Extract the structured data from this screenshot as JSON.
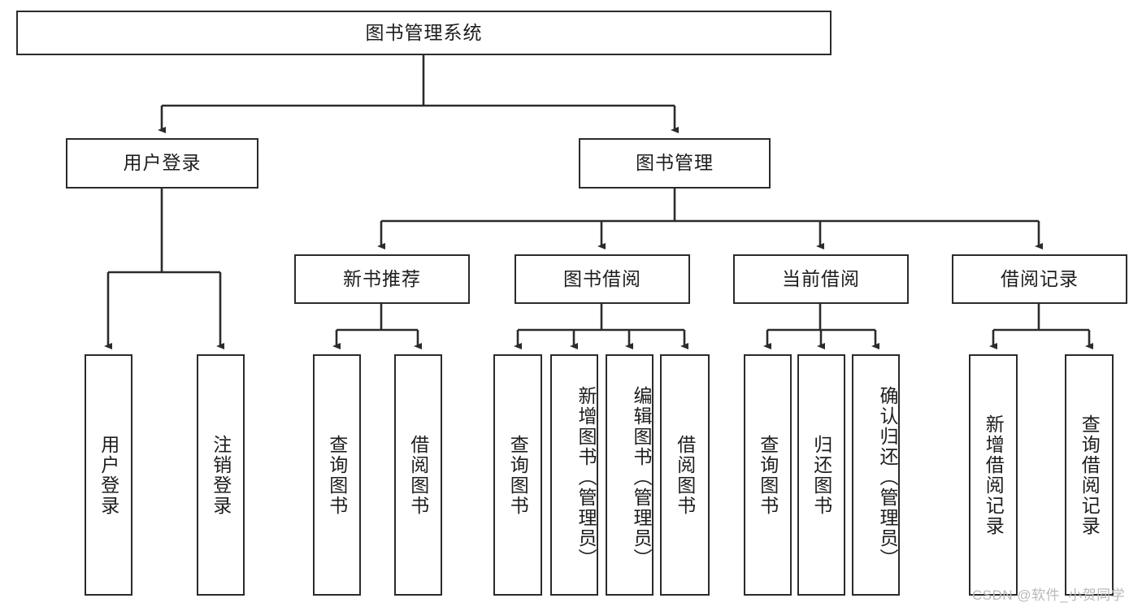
{
  "diagram": {
    "type": "tree-hierarchy-chart",
    "title": "图书管理系统",
    "colors": {
      "box_border": "#2b2b2b",
      "box_fill": "#ffffff",
      "text": "#1d1d1d",
      "edge": "#2b2b2b",
      "watermark": "#b9b9b9"
    },
    "root": {
      "label": "图书管理系统"
    },
    "level2": [
      {
        "label": "用户登录"
      },
      {
        "label": "图书管理"
      }
    ],
    "level3": [
      {
        "label": "新书推荐"
      },
      {
        "label": "图书借阅"
      },
      {
        "label": "当前借阅"
      },
      {
        "label": "借阅记录"
      }
    ],
    "leaves": {
      "user_login": [
        {
          "label": "用户登录"
        },
        {
          "label": "注销登录"
        }
      ],
      "new_book_recommend": [
        {
          "label": "查询图书"
        },
        {
          "label": "借阅图书"
        }
      ],
      "book_borrow": [
        {
          "label": "查询图书"
        },
        {
          "label": "新增图书（管理员）"
        },
        {
          "label": "编辑图书（管理员）"
        },
        {
          "label": "借阅图书"
        }
      ],
      "current_borrow": [
        {
          "label": "查询图书"
        },
        {
          "label": "归还图书"
        },
        {
          "label": "确认归还（管理员）"
        }
      ],
      "borrow_records": [
        {
          "label": "新增借阅记录"
        },
        {
          "label": "查询借阅记录"
        }
      ]
    }
  },
  "watermark": {
    "text": "CSDN @软件_小贺同学"
  }
}
